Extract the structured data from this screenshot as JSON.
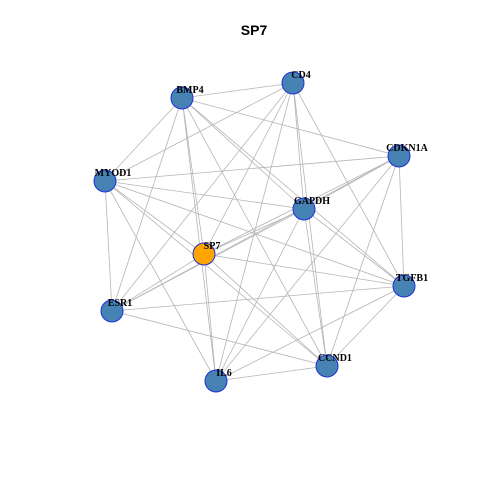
{
  "title": "SP7",
  "colors": {
    "node_fill": "#4682B4",
    "node_stroke": "#1f2fd6",
    "center_fill": "#FFA500",
    "edge": "#b5b5b5"
  },
  "nodes": [
    {
      "id": "CD4",
      "label": "CD4",
      "center": false
    },
    {
      "id": "BMP4",
      "label": "BMP4",
      "center": false
    },
    {
      "id": "CDKN1A",
      "label": "CDKN1A",
      "center": false
    },
    {
      "id": "MYOD1",
      "label": "MYOD1",
      "center": false
    },
    {
      "id": "GAPDH",
      "label": "GAPDH",
      "center": false
    },
    {
      "id": "SP7",
      "label": "SP7",
      "center": true
    },
    {
      "id": "TGFB1",
      "label": "TGFB1",
      "center": false
    },
    {
      "id": "ESR1",
      "label": "ESR1",
      "center": false
    },
    {
      "id": "CCND1",
      "label": "CCND1",
      "center": false
    },
    {
      "id": "IL6",
      "label": "IL6",
      "center": false
    }
  ],
  "edges": [
    [
      "BMP4",
      "CD4"
    ],
    [
      "BMP4",
      "MYOD1"
    ],
    [
      "BMP4",
      "SP7"
    ],
    [
      "BMP4",
      "GAPDH"
    ],
    [
      "BMP4",
      "CDKN1A"
    ],
    [
      "BMP4",
      "TGFB1"
    ],
    [
      "BMP4",
      "ESR1"
    ],
    [
      "BMP4",
      "IL6"
    ],
    [
      "BMP4",
      "CCND1"
    ],
    [
      "CD4",
      "MYOD1"
    ],
    [
      "CD4",
      "GAPDH"
    ],
    [
      "CD4",
      "SP7"
    ],
    [
      "CD4",
      "TGFB1"
    ],
    [
      "CD4",
      "ESR1"
    ],
    [
      "CD4",
      "IL6"
    ],
    [
      "CD4",
      "CCND1"
    ],
    [
      "CDKN1A",
      "MYOD1"
    ],
    [
      "CDKN1A",
      "GAPDH"
    ],
    [
      "CDKN1A",
      "SP7"
    ],
    [
      "CDKN1A",
      "TGFB1"
    ],
    [
      "CDKN1A",
      "IL6"
    ],
    [
      "CDKN1A",
      "CCND1"
    ],
    [
      "CDKN1A",
      "ESR1"
    ],
    [
      "MYOD1",
      "GAPDH"
    ],
    [
      "MYOD1",
      "SP7"
    ],
    [
      "MYOD1",
      "TGFB1"
    ],
    [
      "MYOD1",
      "ESR1"
    ],
    [
      "MYOD1",
      "IL6"
    ],
    [
      "MYOD1",
      "CCND1"
    ],
    [
      "GAPDH",
      "SP7"
    ],
    [
      "GAPDH",
      "TGFB1"
    ],
    [
      "GAPDH",
      "ESR1"
    ],
    [
      "GAPDH",
      "IL6"
    ],
    [
      "GAPDH",
      "CCND1"
    ],
    [
      "SP7",
      "TGFB1"
    ],
    [
      "SP7",
      "ESR1"
    ],
    [
      "SP7",
      "IL6"
    ],
    [
      "SP7",
      "CCND1"
    ],
    [
      "TGFB1",
      "ESR1"
    ],
    [
      "TGFB1",
      "IL6"
    ],
    [
      "TGFB1",
      "CCND1"
    ],
    [
      "ESR1",
      "CCND1"
    ],
    [
      "IL6",
      "CCND1"
    ]
  ]
}
